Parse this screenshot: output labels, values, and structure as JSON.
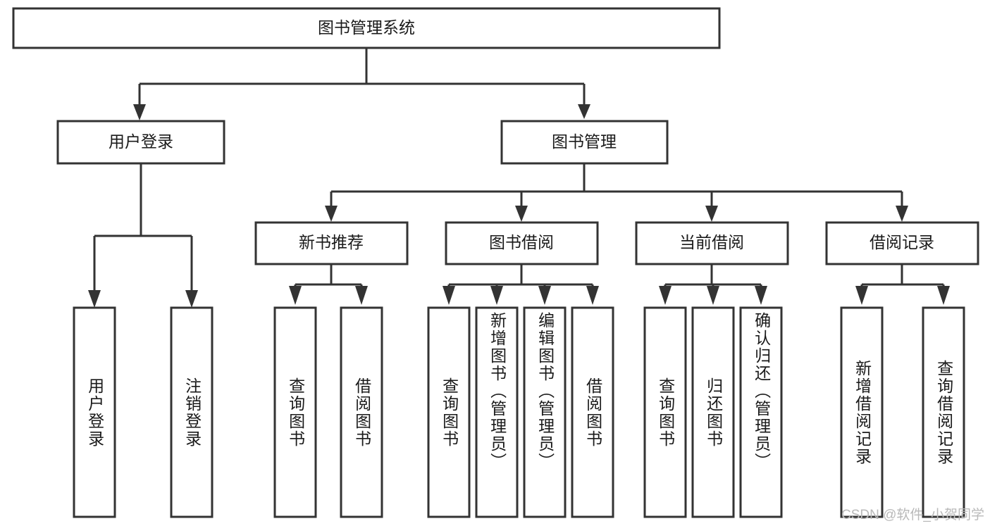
{
  "diagram": {
    "type": "tree",
    "title": "图书管理系统",
    "root": {
      "id": "root",
      "label": "图书管理系统"
    },
    "level2": [
      {
        "id": "user-login",
        "label": "用户登录"
      },
      {
        "id": "book-manage",
        "label": "图书管理"
      }
    ],
    "level3": [
      {
        "id": "new-book-recommend",
        "label": "新书推荐",
        "parent": "book-manage"
      },
      {
        "id": "book-borrow",
        "label": "图书借阅",
        "parent": "book-manage"
      },
      {
        "id": "current-borrow",
        "label": "当前借阅",
        "parent": "book-manage"
      },
      {
        "id": "borrow-record",
        "label": "借阅记录",
        "parent": "book-manage"
      }
    ],
    "leaves": [
      {
        "id": "leaf-user-login",
        "label": "用户登录",
        "parent": "user-login"
      },
      {
        "id": "leaf-logout",
        "label": "注销登录",
        "parent": "user-login"
      },
      {
        "id": "leaf-query-book-1",
        "label": "查询图书",
        "parent": "new-book-recommend"
      },
      {
        "id": "leaf-borrow-book-1",
        "label": "借阅图书",
        "parent": "new-book-recommend"
      },
      {
        "id": "leaf-query-book-2",
        "label": "查询图书",
        "parent": "book-borrow"
      },
      {
        "id": "leaf-add-book",
        "label": "新增图书（管理员）",
        "parent": "book-borrow"
      },
      {
        "id": "leaf-edit-book",
        "label": "编辑图书（管理员）",
        "parent": "book-borrow"
      },
      {
        "id": "leaf-borrow-book-2",
        "label": "借阅图书",
        "parent": "book-borrow"
      },
      {
        "id": "leaf-query-book-3",
        "label": "查询图书",
        "parent": "current-borrow"
      },
      {
        "id": "leaf-return-book",
        "label": "归还图书",
        "parent": "current-borrow"
      },
      {
        "id": "leaf-confirm-return",
        "label": "确认归还（管理员）",
        "parent": "current-borrow"
      },
      {
        "id": "leaf-add-record",
        "label": "新增借阅记录",
        "parent": "borrow-record"
      },
      {
        "id": "leaf-query-record",
        "label": "查询借阅记录",
        "parent": "borrow-record"
      }
    ],
    "colors": {
      "box_stroke": "#333333",
      "box_fill": "#ffffff",
      "text": "#1a1a1a",
      "connector": "#333333",
      "watermark": "#b9b9b9"
    }
  },
  "watermark": {
    "text": "CSDN @软件_小贺同学"
  }
}
